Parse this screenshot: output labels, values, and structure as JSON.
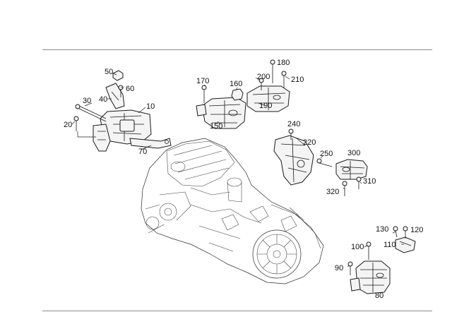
{
  "callouts": [
    {
      "id": "c10",
      "text": "10"
    },
    {
      "id": "c20",
      "text": "20"
    },
    {
      "id": "c30",
      "text": "30"
    },
    {
      "id": "c40",
      "text": "40"
    },
    {
      "id": "c50",
      "text": "50"
    },
    {
      "id": "c60",
      "text": "60"
    },
    {
      "id": "c70",
      "text": "70"
    },
    {
      "id": "c80",
      "text": "80"
    },
    {
      "id": "c90",
      "text": "90"
    },
    {
      "id": "c100",
      "text": "100"
    },
    {
      "id": "c110",
      "text": "110"
    },
    {
      "id": "c120",
      "text": "120"
    },
    {
      "id": "c130",
      "text": "130"
    },
    {
      "id": "c150",
      "text": "150"
    },
    {
      "id": "c160",
      "text": "160"
    },
    {
      "id": "c170",
      "text": "170"
    },
    {
      "id": "c180",
      "text": "180"
    },
    {
      "id": "c190",
      "text": "190"
    },
    {
      "id": "c200",
      "text": "200"
    },
    {
      "id": "c210",
      "text": "210"
    },
    {
      "id": "c220",
      "text": "220"
    },
    {
      "id": "c240",
      "text": "240"
    },
    {
      "id": "c250",
      "text": "250"
    },
    {
      "id": "c300",
      "text": "300"
    },
    {
      "id": "c310",
      "text": "310"
    },
    {
      "id": "c320",
      "text": "320"
    }
  ],
  "colors": {
    "line": "#1a1a1a",
    "rule": "#8a8a8a",
    "background": "#ffffff"
  }
}
